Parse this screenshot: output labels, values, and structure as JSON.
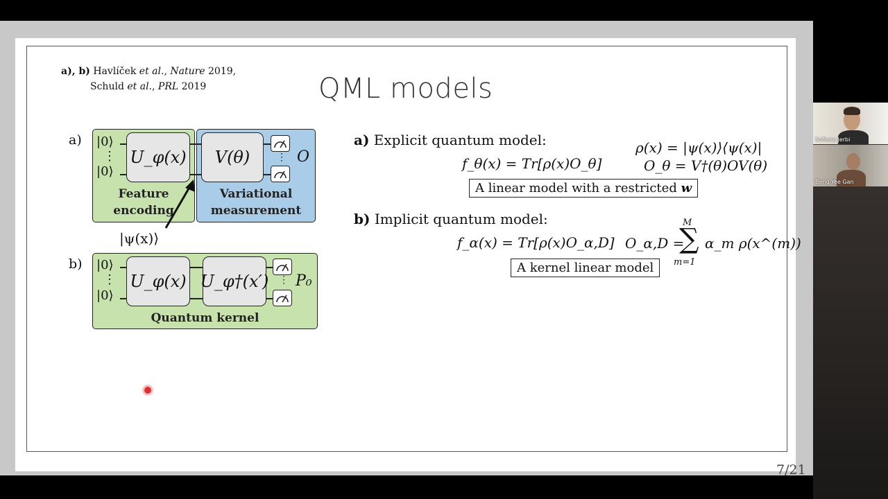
{
  "slide": {
    "citation_line1_bold": "a), b)",
    "citation_line1_author": "Havlíček",
    "citation_line1_etal": "et al.",
    "citation_line1_journal": "Nature",
    "citation_line1_year": "2019,",
    "citation_line2_author": "Schuld",
    "citation_line2_etal": "et al.",
    "citation_line2_journal": "PRL",
    "citation_line2_year": "2019",
    "title": "QML models",
    "page_number": "7/21"
  },
  "diagram_a": {
    "label": "a)",
    "ket_top": "|0⟩",
    "dots": "⋮",
    "ket_bottom": "|0⟩",
    "gate_encoding": "U_φ(x)",
    "gate_variational": "V(θ)",
    "observable": "O",
    "caption_encoding": "Feature encoding",
    "caption_measurement": "Variational measurement",
    "state_label": "|ψ(x)⟩"
  },
  "diagram_b": {
    "label": "b)",
    "ket_top": "|0⟩",
    "dots": "⋮",
    "ket_bottom": "|0⟩",
    "gate_encoding": "U_φ(x)",
    "gate_dagger": "U_φ†(x′)",
    "observable": "P₀",
    "caption": "Quantum kernel"
  },
  "explicit": {
    "heading_bold": "a)",
    "heading_text": "Explicit quantum model:",
    "formula_f": "f_θ(x) =  Tr[ρ(x)O_θ]",
    "formula_rho": "ρ(x) = |ψ(x)⟩⟨ψ(x)|",
    "formula_o": "O_θ = V†(θ)OV(θ)",
    "box_text": "A linear model with a  restricted",
    "box_var": "w"
  },
  "implicit": {
    "heading_bold": "b)",
    "heading_text": "Implicit quantum model:",
    "formula_f": "f_α(x) = Tr[ρ(x)O_α,D]",
    "formula_o_lhs": "O_α,D =",
    "sum_upper": "M",
    "sum_lower": "m=1",
    "formula_o_rhs": "α_m ρ(x^(m))",
    "box_text": "A kernel linear model"
  },
  "participants": [
    {
      "name": "Sofiene Jerbi"
    },
    {
      "name": "Beng Yee Gan"
    }
  ],
  "colors": {
    "encoding_green": "#c8e2ad",
    "measurement_blue": "#a9cde8",
    "pointer_red": "#e03030"
  }
}
